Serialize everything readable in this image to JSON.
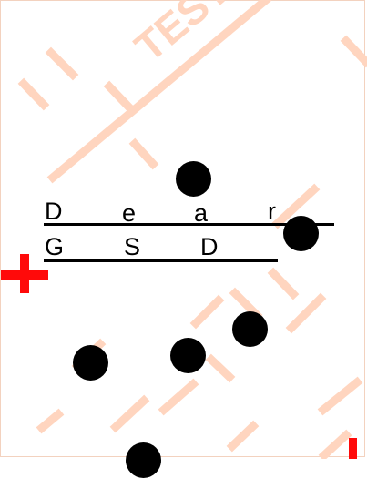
{
  "canvas": {
    "background": "#ffffff",
    "watermark_color": "#ffd5bf",
    "watermark_text": "TEST",
    "ink_color": "#000000",
    "marker_color": "#ff0a0a"
  },
  "line1": {
    "letters": [
      "D",
      "e",
      "a",
      "r"
    ]
  },
  "line2": {
    "letters": [
      "G",
      "S",
      "D"
    ]
  },
  "markers": [
    {
      "name": "crosshair-marker",
      "icon": "plus-icon"
    },
    {
      "name": "edge-marker",
      "icon": "bar-icon"
    }
  ]
}
